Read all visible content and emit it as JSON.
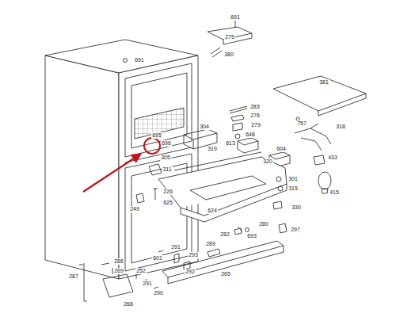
{
  "diagram": {
    "labels": [
      "691",
      "275",
      "380",
      "691",
      "381",
      "283",
      "276",
      "279",
      "757",
      "318",
      "613",
      "695",
      "696",
      "304",
      "305",
      "648",
      "320",
      "604",
      "433",
      "319",
      "301",
      "311",
      "315",
      "415",
      "226",
      "625",
      "249",
      "624",
      "330",
      "282",
      "693",
      "280",
      "297",
      "601",
      "291",
      "293",
      "292",
      "289",
      "286",
      "287",
      "269",
      "252",
      "291",
      "290",
      "268",
      "265"
    ]
  }
}
